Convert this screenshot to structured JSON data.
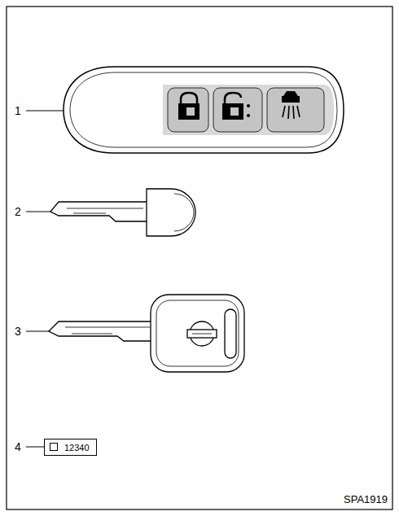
{
  "diagram": {
    "nodes": [
      {
        "text": [
          "12340"
        ]
      }
    ],
    "labels": [
      "1",
      "2",
      "3",
      "4",
      "SPA1919"
    ]
  }
}
